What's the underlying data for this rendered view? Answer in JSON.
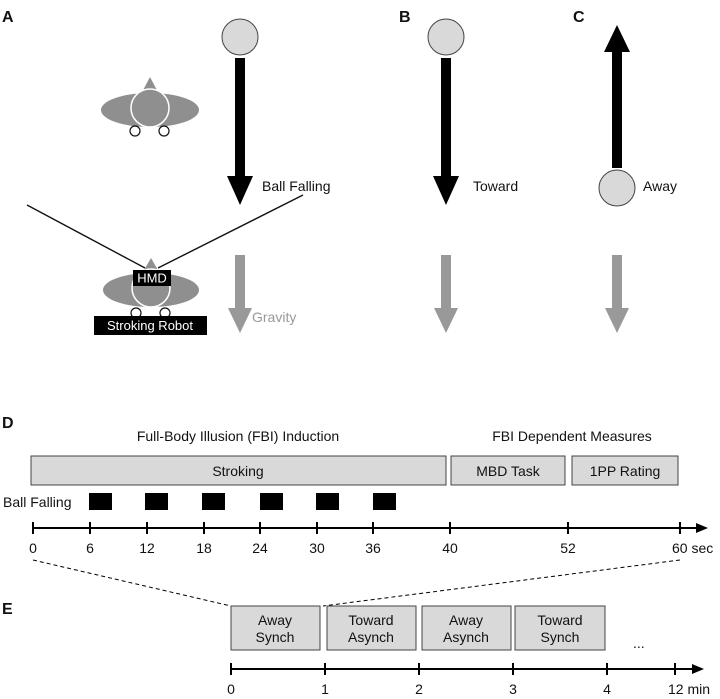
{
  "panels": {
    "A": "A",
    "B": "B",
    "C": "C",
    "D": "D",
    "E": "E"
  },
  "panel_a": {
    "ball_falling": "Ball Falling",
    "hmd": "HMD",
    "stroking_robot": "Stroking Robot",
    "gravity": "Gravity"
  },
  "panel_b": {
    "label": "Toward"
  },
  "panel_c": {
    "label": "Away"
  },
  "panel_d": {
    "header_induction": "Full-Body Illusion (FBI) Induction",
    "header_measures": "FBI Dependent Measures",
    "stroking": "Stroking",
    "mbd_task": "MBD Task",
    "pp_rating": "1PP Rating",
    "ball_falling": "Ball Falling",
    "ticks": [
      "0",
      "6",
      "12",
      "18",
      "24",
      "30",
      "36",
      "40",
      "52"
    ],
    "end_label": "60 sec"
  },
  "panel_e": {
    "blocks": [
      {
        "line1": "Away",
        "line2": "Synch"
      },
      {
        "line1": "Toward",
        "line2": "Asynch"
      },
      {
        "line1": "Away",
        "line2": "Asynch"
      },
      {
        "line1": "Toward",
        "line2": "Synch"
      }
    ],
    "ellipsis": "...",
    "ticks": [
      "0",
      "1",
      "2",
      "3",
      "4"
    ],
    "end_label": "12 min"
  },
  "colors": {
    "box_fill": "#d9d9d9",
    "body_gray": "#8f8f8f",
    "gravity_arrow": "#999999",
    "black": "#000000"
  }
}
